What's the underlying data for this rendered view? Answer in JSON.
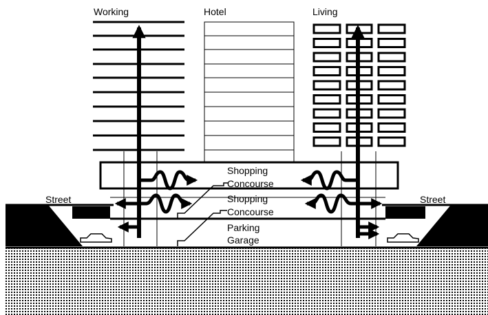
{
  "labels": {
    "working": "Working",
    "hotel": "Hotel",
    "living": "Living",
    "street_left": "Street",
    "street_right": "Street",
    "shopping_upper_line1": "Shopping",
    "shopping_upper_line2": "Concourse",
    "shopping_lower_line1": "Shopping",
    "shopping_lower_line2": "Concourse",
    "parking_line1": "Parking",
    "parking_line2": "Garage"
  },
  "colors": {
    "ink": "#000000",
    "paper": "#ffffff"
  }
}
